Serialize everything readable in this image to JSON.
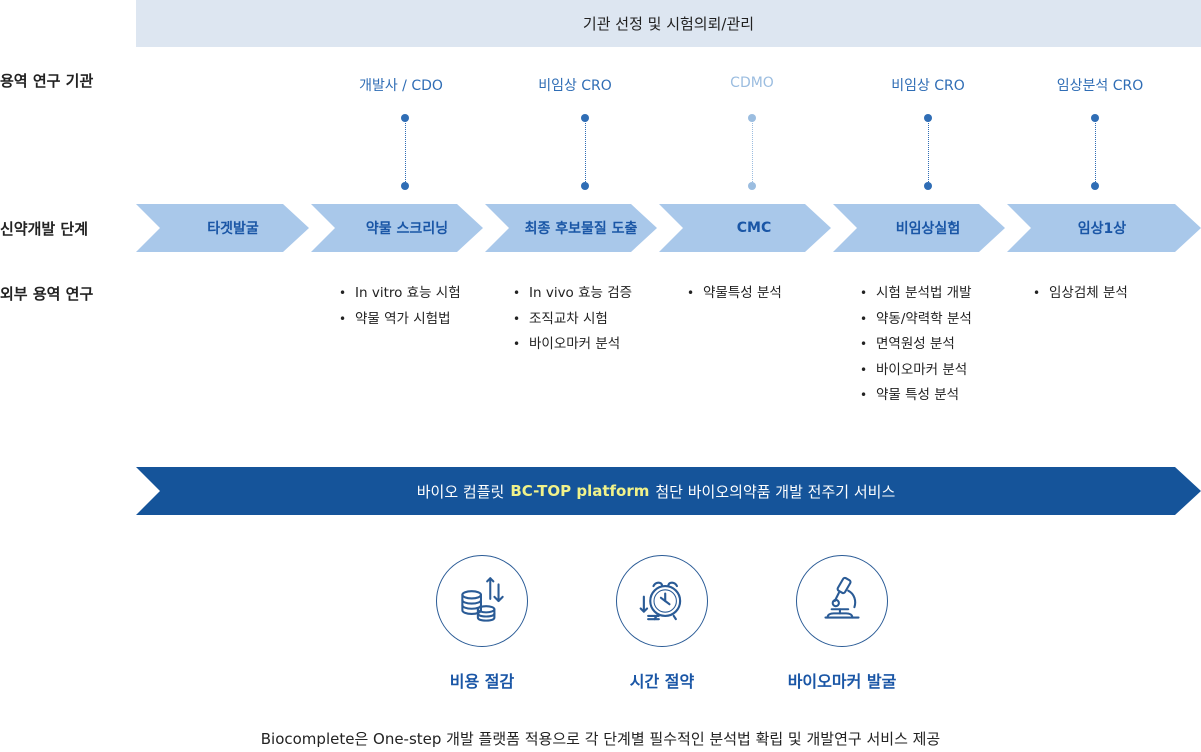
{
  "top_banner": "기관 선정 및 시험의뢰/관리",
  "rows": {
    "service_org": "용역 연구 기관",
    "dev_stage": "신약개발 단계",
    "external_research": "외부 용역 연구"
  },
  "organizations": [
    {
      "label": "개발사 / CDO",
      "color": "#2f6db5"
    },
    {
      "label": "비임상 CRO",
      "color": "#2f6db5"
    },
    {
      "label": "CDMO",
      "color": "#9bbde0"
    },
    {
      "label": "비임상 CRO",
      "color": "#2f6db5"
    },
    {
      "label": "임상분석 CRO",
      "color": "#2f6db5"
    }
  ],
  "stages": [
    "타겟발굴",
    "약물 스크리닝",
    "최종 후보물질 도출",
    "CMC",
    "비임상실험",
    "임상1상"
  ],
  "research_items": [
    [
      "In vitro 효능 시험",
      "약물 역가 시험법"
    ],
    [
      "In vivo 효능 검증",
      "조직교차 시험",
      "바이오마커 분석"
    ],
    [
      "약물특성 분석"
    ],
    [
      "시험 분석법 개발",
      "약동/약력학 분석",
      "면역원성 분석",
      "바이오마커 분석",
      "약물 특성 분석"
    ],
    [
      "임상검체 분석"
    ]
  ],
  "platform": {
    "prefix": "바이오 컴플릿",
    "highlight": "BC-TOP platform",
    "suffix": "첨단 바이오의약품 개발 전주기 서비스"
  },
  "benefits": [
    {
      "label": "비용 절감",
      "icon": "coins-down-icon"
    },
    {
      "label": "시간 절약",
      "icon": "alarm-clock-icon"
    },
    {
      "label": "바이오마커 발굴",
      "icon": "microscope-icon"
    }
  ],
  "footer": "Biocomplete은 One-step 개발 플랫폼 적용으로 각 단계별 필수적인 분석법 확립 및 개발연구 서비스 제공",
  "colors": {
    "banner_bg": "#dde6f1",
    "stage_fill": "#a9c8ea",
    "stage_text": "#1a56a6",
    "platform_bg": "#15549a",
    "highlight": "#f0f28a",
    "accent": "#2f6db5"
  }
}
